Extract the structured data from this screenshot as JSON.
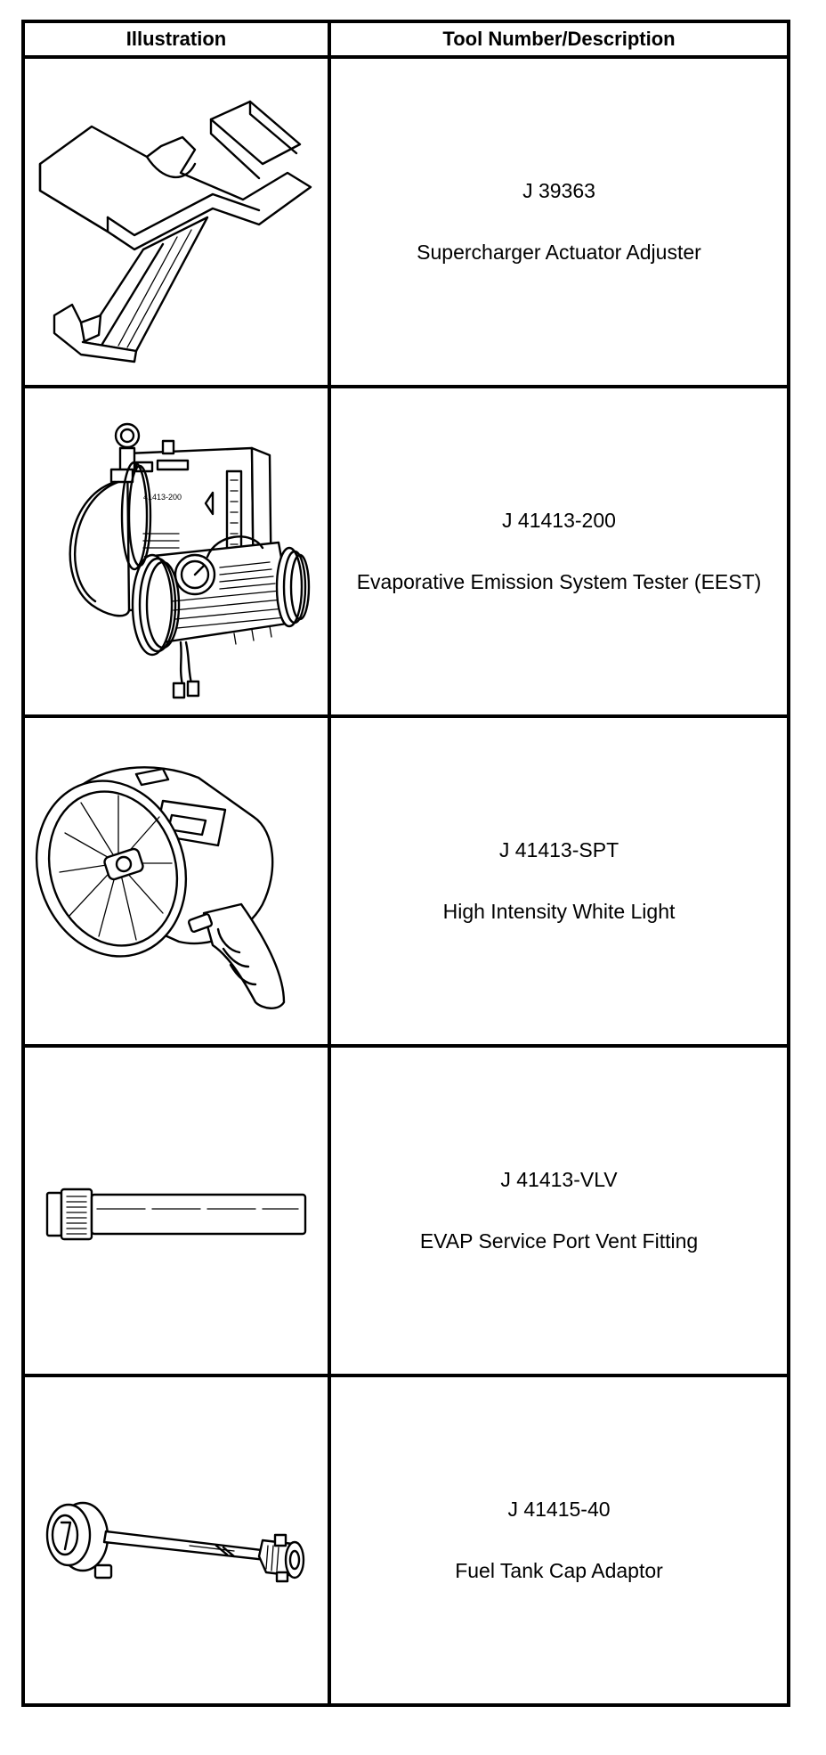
{
  "table": {
    "headers": {
      "illustration": "Illustration",
      "tool": "Tool Number/Description"
    },
    "rows": [
      {
        "number": "J 39363",
        "description": "Supercharger Actuator Adjuster",
        "icon": "supercharger-actuator-adjuster-icon"
      },
      {
        "number": "J 41413-200",
        "description": "Evaporative Emission System Tester (EEST)",
        "icon": "emission-tester-icon"
      },
      {
        "number": "J 41413-SPT",
        "description": "High Intensity White Light",
        "icon": "white-light-icon"
      },
      {
        "number": "J 41413-VLV",
        "description": "EVAP Service Port Vent Fitting",
        "icon": "vent-fitting-icon"
      },
      {
        "number": "J 41415-40",
        "description": "Fuel Tank Cap Adaptor",
        "icon": "fuel-cap-adaptor-icon"
      }
    ]
  },
  "illustration_labels": {
    "tester_panel_number": "41413-200"
  }
}
